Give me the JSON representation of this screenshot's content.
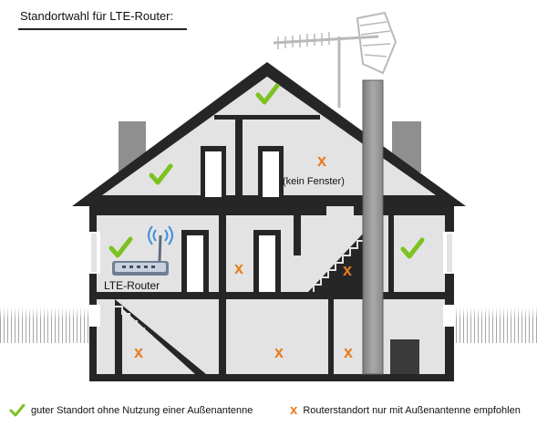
{
  "title": "Standortwahl für LTE-Router:",
  "colors": {
    "check": "#7cc221",
    "cross": "#e87c1e",
    "wall": "#262626",
    "room_fill": "#e3e3e3"
  },
  "rooms": {
    "attic_top": {
      "symbol": "check"
    },
    "upper_left": {
      "symbol": "check"
    },
    "upper_right": {
      "symbol": "cross",
      "note": "(kein Fenster)"
    },
    "middle_left": {
      "symbol": "check",
      "device_label": "LTE-Router"
    },
    "middle_center": {
      "symbol": "cross"
    },
    "middle_stair": {
      "symbol": "cross"
    },
    "middle_right": {
      "symbol": "check"
    },
    "basement_left": {
      "symbol": "cross"
    },
    "basement_center": {
      "symbol": "cross"
    },
    "basement_right": {
      "symbol": "cross"
    }
  },
  "legend": {
    "good": {
      "icon": "check-icon",
      "text": "guter Standort ohne Nutzung einer Außenantenne"
    },
    "bad": {
      "icon": "cross-icon",
      "text": "Routerstandort nur mit Außenantenne empfohlen"
    }
  }
}
